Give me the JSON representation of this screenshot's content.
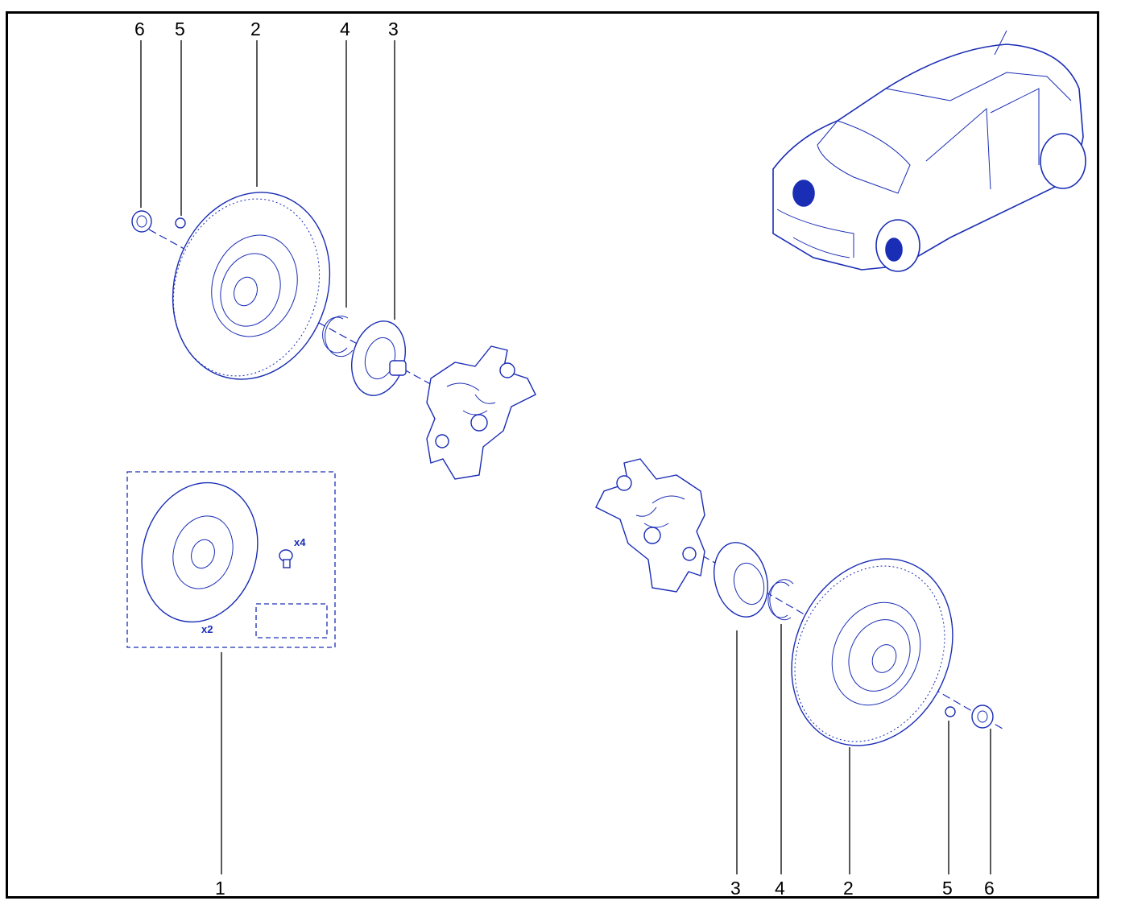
{
  "diagram": {
    "line_color": "#1a2db5",
    "frame_color": "#000000",
    "callouts_left": [
      {
        "id": "left-6",
        "label": "6"
      },
      {
        "id": "left-5",
        "label": "5"
      },
      {
        "id": "left-2",
        "label": "2"
      },
      {
        "id": "left-4",
        "label": "4"
      },
      {
        "id": "left-3",
        "label": "3"
      }
    ],
    "callouts_bottom": [
      {
        "id": "bottom-1",
        "label": "1"
      },
      {
        "id": "bottom-3",
        "label": "3"
      },
      {
        "id": "bottom-4",
        "label": "4"
      },
      {
        "id": "bottom-2",
        "label": "2"
      },
      {
        "id": "bottom-5",
        "label": "5"
      },
      {
        "id": "bottom-6",
        "label": "6"
      }
    ],
    "kit": {
      "disc_qty": "x2",
      "bolt_qty": "x4"
    }
  }
}
